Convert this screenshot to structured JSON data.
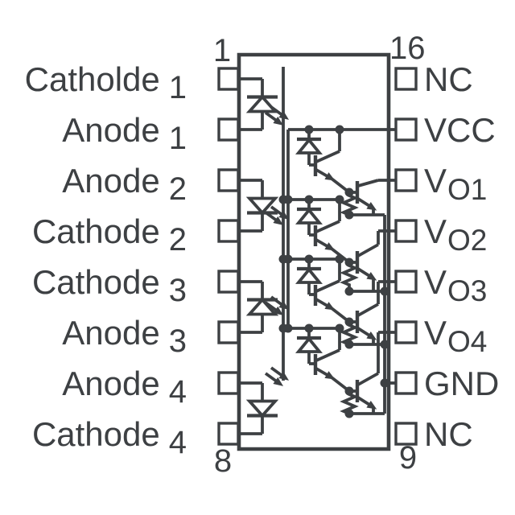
{
  "diagram": {
    "colors": {
      "ink": "#3d4043",
      "background": "#ffffff"
    },
    "pin_numbers": {
      "pin1": "1",
      "pin16": "16",
      "pin8": "8",
      "pin9": "9"
    },
    "left_labels": [
      {
        "name": "Catholde",
        "num": "1"
      },
      {
        "name": "Anode",
        "num": "1"
      },
      {
        "name": "Anode",
        "num": "2"
      },
      {
        "name": "Cathode",
        "num": "2"
      },
      {
        "name": "Cathode",
        "num": "3"
      },
      {
        "name": "Anode",
        "num": "3"
      },
      {
        "name": "Anode",
        "num": "4"
      },
      {
        "name": "Cathode",
        "num": "4"
      }
    ],
    "right_labels": [
      {
        "name": "NC",
        "sub": ""
      },
      {
        "name": "VCC",
        "sub": ""
      },
      {
        "name": "V",
        "sub": "O1"
      },
      {
        "name": "V",
        "sub": "O2"
      },
      {
        "name": "V",
        "sub": "O3"
      },
      {
        "name": "V",
        "sub": "O4"
      },
      {
        "name": "GND",
        "sub": ""
      },
      {
        "name": "NC",
        "sub": ""
      }
    ],
    "schematic_symbols": [
      "led-diode-icon",
      "light-emission-arrows-icon",
      "photodiode-icon",
      "npn-transistor-icon",
      "resistor-icon",
      "junction-dot-icon",
      "dip-package-body",
      "pin-pad"
    ]
  }
}
